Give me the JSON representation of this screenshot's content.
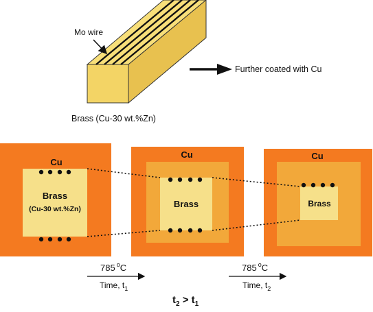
{
  "colors": {
    "copper": "#f47a20",
    "diffusion": "#f2a83a",
    "brass": "#f6e08a",
    "wire_top": "#f8df79",
    "wire_side": "#e8c14f",
    "wire_front": "#f3d465",
    "mo_wire": "#111111",
    "dots": "#111111"
  },
  "top": {
    "mo_wire_label": "Mo wire",
    "arrow_label": "Further coated with Cu",
    "brass_label": "Brass (Cu-30 wt.%Zn)"
  },
  "panels": [
    {
      "cu_label": "Cu",
      "brass_label": "Brass",
      "brass_sub": "(Cu-30 wt.%Zn)"
    },
    {
      "cu_label": "Cu",
      "brass_label": "Brass"
    },
    {
      "cu_label": "Cu",
      "brass_label": "Brass"
    }
  ],
  "steps": [
    {
      "temp": "785",
      "deg": "o",
      "unit": "C",
      "time": "Time, t",
      "sub": "1"
    },
    {
      "temp": "785",
      "deg": "o",
      "unit": "C",
      "time": "Time, t",
      "sub": "2"
    }
  ],
  "relation": {
    "left": "t",
    "left_sub": "2",
    "op": " > ",
    "right": "t",
    "right_sub": "1"
  }
}
